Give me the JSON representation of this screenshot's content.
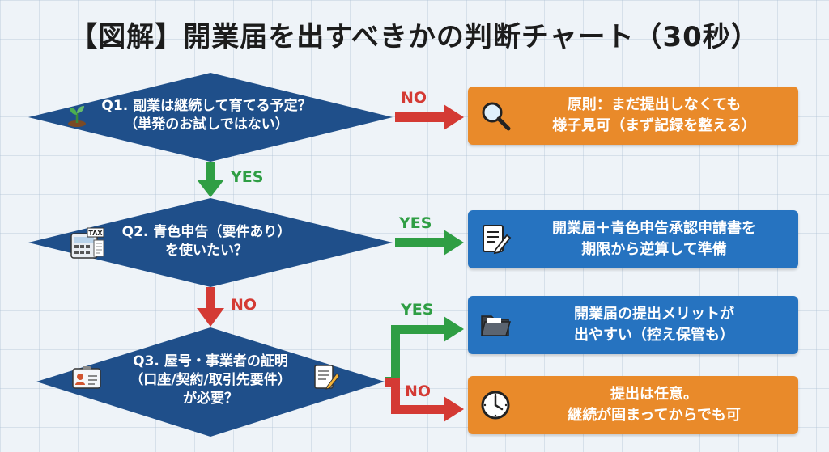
{
  "title": "【図解】開業届を出すべきかの判断チャート（30秒）",
  "questions": [
    {
      "id": "q1",
      "line1": "Q1. 副業は継続して育てる予定？",
      "line2": "（単発のお試しではない）",
      "icon": "seedling-icon"
    },
    {
      "id": "q2",
      "line1": "Q2. 青色申告（要件あり）",
      "line2": "を使いたい？",
      "icon": "tax-calculator-icon",
      "icon_text": "TAX"
    },
    {
      "id": "q3",
      "line1": "Q3. 屋号・事業者の証明",
      "line2": "（口座/契約/取引先要件）",
      "line3": "が必要？",
      "icon_left": "id-card-icon",
      "icon_right": "document-pen-icon"
    }
  ],
  "labels": {
    "q1_no": "NO",
    "q1_yes": "YES",
    "q2_yes": "YES",
    "q2_no": "NO",
    "q3_yes": "YES",
    "q3_no": "NO"
  },
  "outcomes": [
    {
      "id": "o1",
      "line1": "原則：まだ提出しなくても",
      "line2": "様子見可（まず記録を整える）",
      "color": "#e98a2a",
      "icon": "magnifier-icon"
    },
    {
      "id": "o2",
      "line1": "開業届＋青色申告承認申請書を",
      "line2": "期限から逆算して準備",
      "color": "#2673c0",
      "icon": "document-edit-icon"
    },
    {
      "id": "o3",
      "line1": "開業届の提出メリットが",
      "line2": "出やすい（控え保管も）",
      "color": "#2673c0",
      "icon": "folder-icon"
    },
    {
      "id": "o4",
      "line1": "提出は任意。",
      "line2": "継続が固まってからでも可",
      "color": "#e98a2a",
      "icon": "clock-icon"
    }
  ],
  "colors": {
    "diamond": "#1f4f8a",
    "no_arrow": "#d43a34",
    "yes_arrow": "#2f9e44"
  }
}
